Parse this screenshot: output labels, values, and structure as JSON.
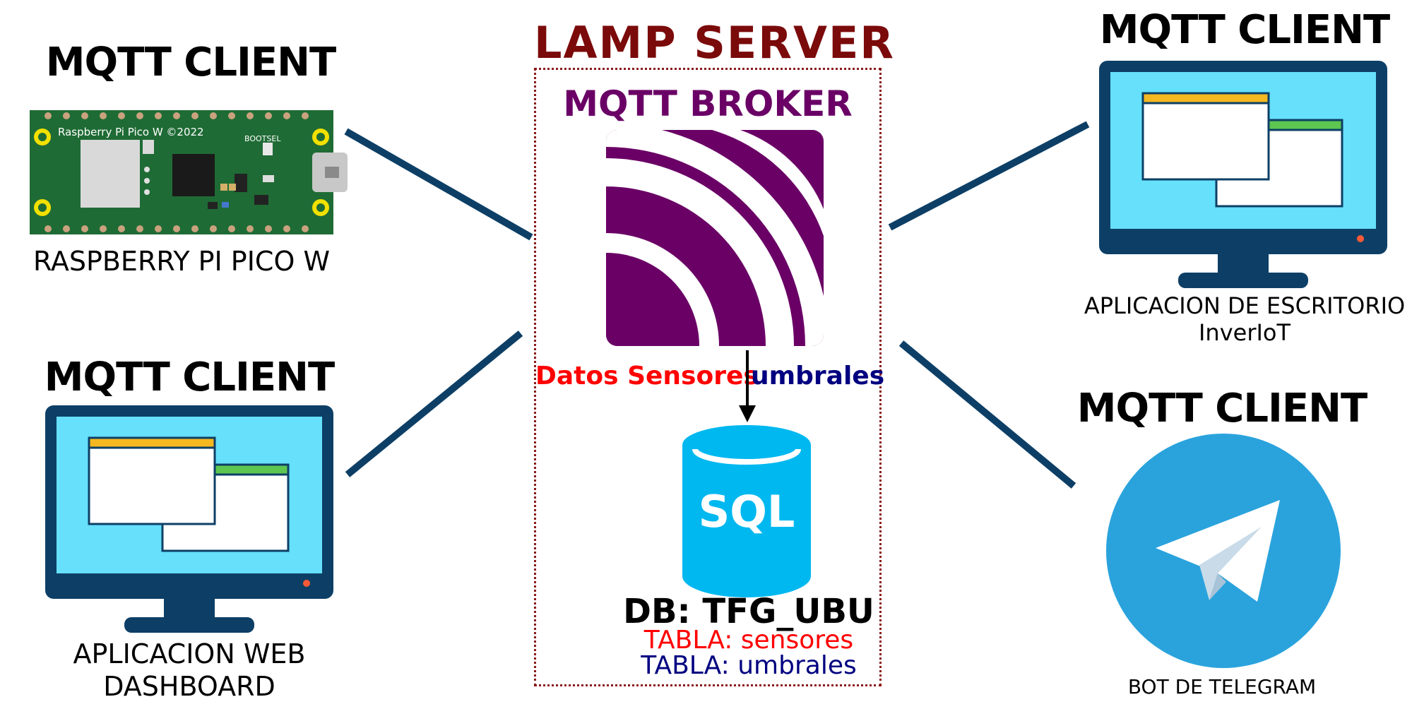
{
  "server": {
    "title": "LAMP  SERVER",
    "broker_label": "MQTT BROKER",
    "flow_label_sensors": "Datos Sensores",
    "flow_label_thresholds": "umbrales",
    "sql_label": "SQL",
    "db_name": "DB: TFG_UBU",
    "table_sensors": "TABLA: sensores",
    "table_thresholds": "TABLA: umbrales"
  },
  "clients": {
    "pico": {
      "title": "MQTT CLIENT",
      "caption": "RASPBERRY PI PICO W",
      "board_text": "Raspberry Pi Pico W ©2022",
      "bootsel_text": "BOOTSEL"
    },
    "web": {
      "title": "MQTT CLIENT",
      "caption_line1": "APLICACION  WEB",
      "caption_line2": "DASHBOARD"
    },
    "desktop": {
      "title": "MQTT CLIENT",
      "caption_line1": "APLICACION  DE  ESCRITORIO",
      "caption_line2": "InverIoT"
    },
    "telegram": {
      "title": "MQTT CLIENT",
      "caption": "BOT DE TELEGRAM"
    }
  },
  "colors": {
    "server_title": "#7b0a0a",
    "broker": "#6a0066",
    "connector": "#0d3f66",
    "sql": "#00b8f0",
    "sensors_text": "#ff0000",
    "thresholds_text": "#000080",
    "monitor_frame": "#0d3f66",
    "monitor_screen": "#66e0fb",
    "window_bar_yellow": "#f5b820",
    "window_bar_green": "#5cc650",
    "telegram": "#2aa3dd",
    "pcb": "#1f6b35"
  }
}
